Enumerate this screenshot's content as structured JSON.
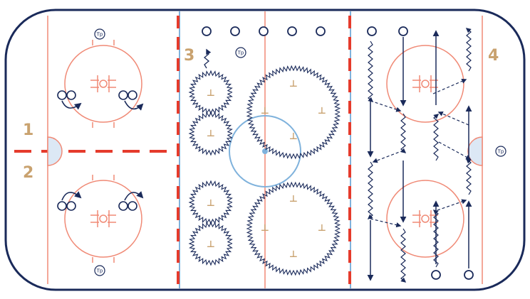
{
  "zones": {
    "zone1": "1",
    "zone2": "2",
    "zone3": "3",
    "zone4": "4"
  },
  "markers": {
    "tp": "Tp",
    "tee": "⊥"
  },
  "colors": {
    "board": "#1a2a5a",
    "red_line": "#e53b2c",
    "blue_line": "#7fb2dc",
    "faceoff_circle": "#f08a76",
    "crease_fill": "#dce8f5",
    "zone_label": "#c9a26f",
    "player": "#1a2a5a"
  }
}
